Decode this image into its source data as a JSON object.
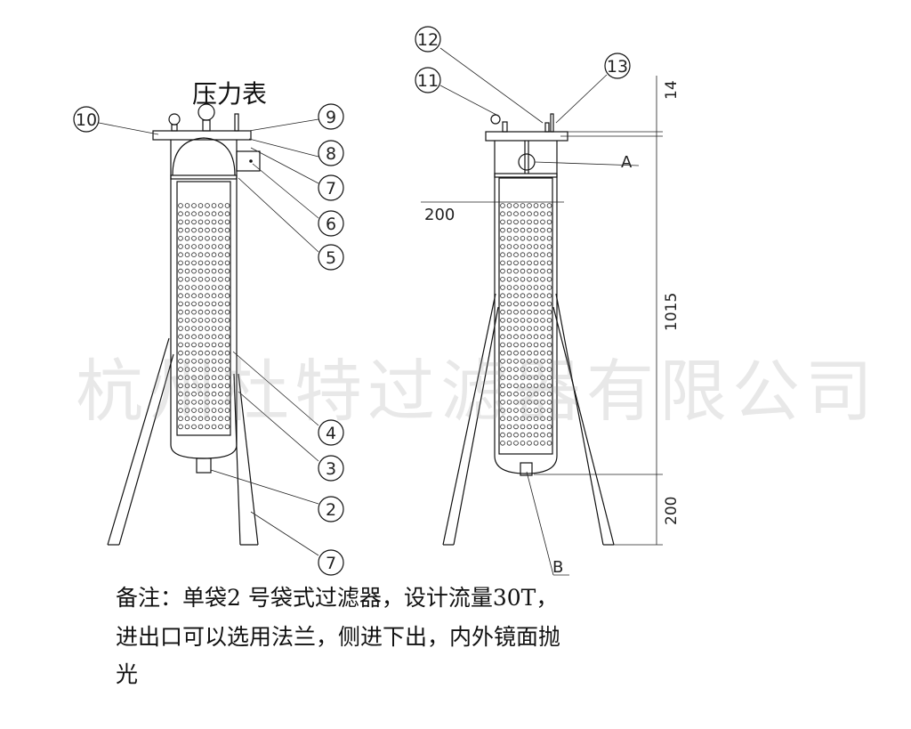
{
  "title": "压力表",
  "left_callouts": [
    "10",
    "9",
    "8",
    "7",
    "6",
    "5",
    "4",
    "3",
    "2",
    "7"
  ],
  "right_callouts": [
    "12",
    "11",
    "13"
  ],
  "labels": {
    "a": "A",
    "b": "B",
    "basket_dim": "200"
  },
  "dimensions": {
    "top": "14",
    "body": "1015",
    "bottom": "200"
  },
  "watermark": "杭州杜特过滤器有限公司",
  "notes": [
    "备注：单袋2 号袋式过滤器，设计流量30T，",
    "进出口可以选用法兰，侧进下出，内外镜面抛",
    "光"
  ]
}
